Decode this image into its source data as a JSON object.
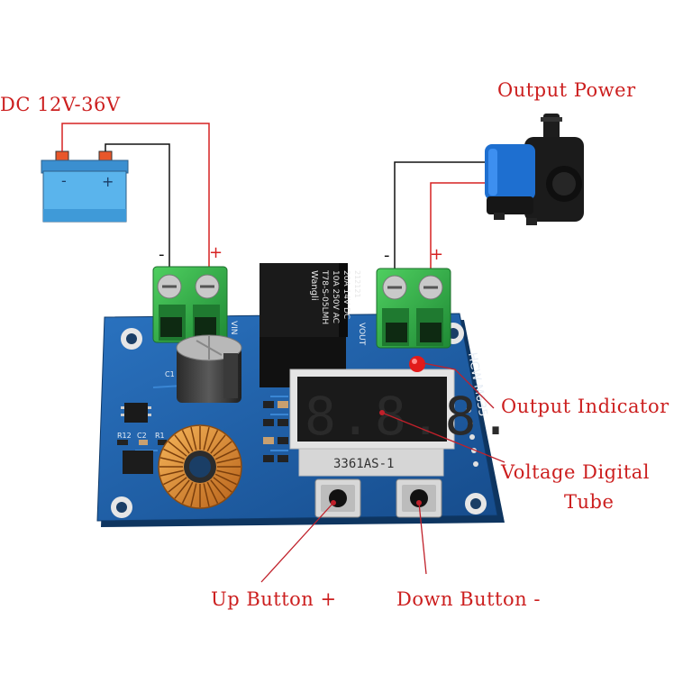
{
  "labels": {
    "dc_input": "DC 12V-36V",
    "output_power": "Output Power",
    "output_indicator": "Output Indicator",
    "voltage_tube_line1": "Voltage Digital",
    "voltage_tube_line2": "Tube",
    "up_button": "Up Button +",
    "down_button": "Down Button -"
  },
  "terminal_signs": {
    "in_minus": "-",
    "in_plus": "+",
    "out_minus": "-",
    "out_plus": "+"
  },
  "battery": {
    "minus_sign": "-",
    "plus_sign": "+"
  },
  "board": {
    "model": "HCW-M635",
    "display_part": "3361AS-1",
    "display_digits": "8.8.8.",
    "vin_label": "VIN",
    "vout_label": "VOUT",
    "relay_text": [
      "Wangli",
      "T78-S-05LMH",
      "10A 250V AC",
      "20A 14V DC",
      "212121"
    ],
    "silkscreen": [
      "R12",
      "C2",
      "R1",
      "C1"
    ]
  },
  "colors": {
    "label_red": "#cc1f1f",
    "pcb_blue": "#1b5fa8",
    "terminal_green": "#33b04a",
    "battery_blue": "#4aa8e8",
    "pump_blue": "#1e6fd0",
    "wire_red": "#d62222",
    "wire_black": "#111111"
  }
}
